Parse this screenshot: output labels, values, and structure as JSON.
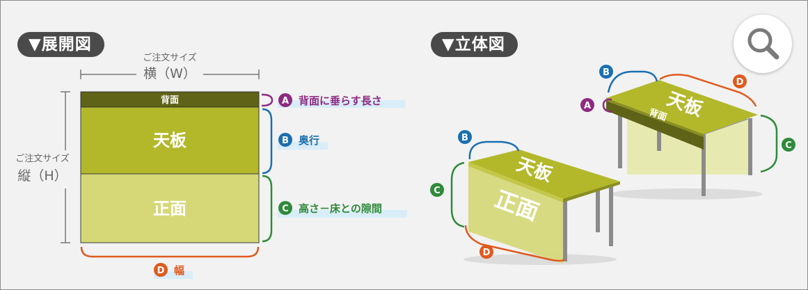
{
  "headings": {
    "development": "▼展開図",
    "isometric": "▼立体図"
  },
  "size_labels": {
    "note": "ご注文サイズ",
    "width": "横（W）",
    "height": "縦（H）"
  },
  "panels": {
    "back": "背面",
    "top": "天板",
    "front": "正面"
  },
  "legend": [
    {
      "letter": "A",
      "text": "背面に垂らす長さ",
      "color": "#8e2a82"
    },
    {
      "letter": "B",
      "text": "奥行",
      "color": "#1b6fae"
    },
    {
      "letter": "C",
      "text": "高さ－床との隙間",
      "color": "#2f8a3a"
    },
    {
      "letter": "D",
      "text": "幅",
      "color": "#e05a1e"
    }
  ],
  "markers": {
    "a": "A",
    "b": "B",
    "c": "C",
    "d": "D"
  },
  "colors": {
    "back_panel": "#5e6317",
    "top_panel": "#b3b82b",
    "front_panel": "#d6d878",
    "highlight": "#d8edf8"
  },
  "icons": {
    "zoom": "magnifier-icon"
  }
}
